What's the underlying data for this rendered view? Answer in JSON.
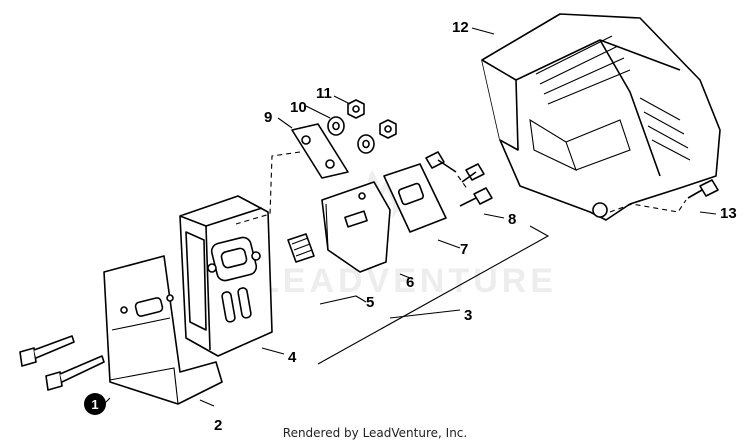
{
  "callouts": {
    "p1": "1",
    "p2": "2",
    "p3": "3",
    "p4": "4",
    "p5": "5",
    "p6": "6",
    "p7": "7",
    "p8": "8",
    "p9": "9",
    "p10": "10",
    "p11": "11",
    "p12": "12",
    "p13": "13"
  },
  "watermark": "LEADVENTURE",
  "footer": "Rendered by LeadVenture, Inc."
}
